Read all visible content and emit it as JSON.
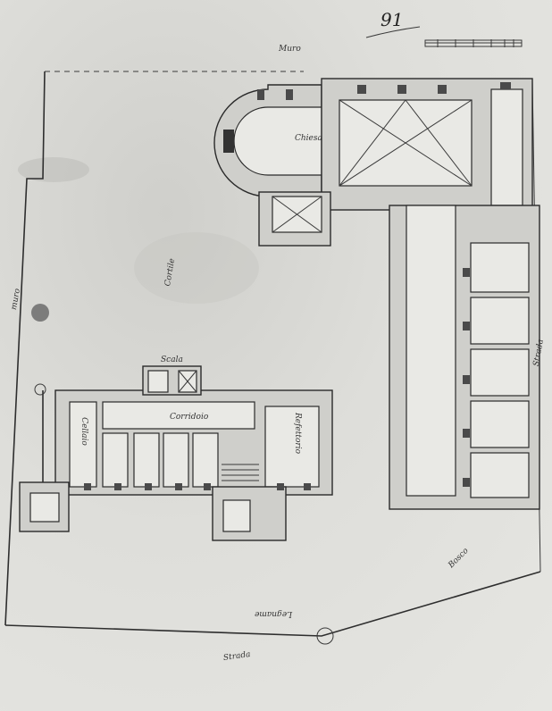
{
  "sheet_number": "91",
  "labels": {
    "top": "Muro",
    "left_edge": "muro",
    "courtyard": "Cortile",
    "right_edge": "Strada",
    "left_room": "Cellaio",
    "corridor": "Corridoio",
    "refectory": "Refettorio",
    "lower_road": "Strada",
    "bottom_margin": "Legname",
    "lower_right": "Bosco",
    "nave": "Chiesa",
    "stair_top": "Scala"
  },
  "colors": {
    "ink": "#2e2e2e",
    "paper": "#e2e2de"
  }
}
